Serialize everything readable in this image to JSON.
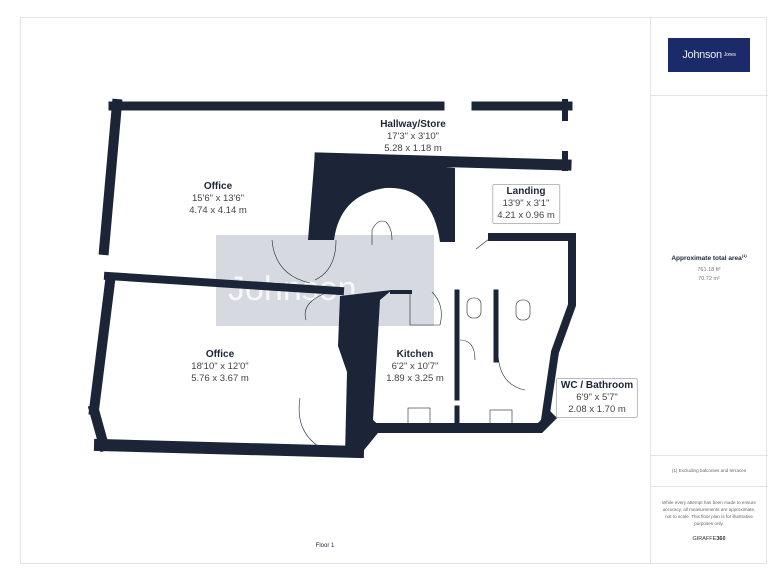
{
  "logo": {
    "text": "Johnson",
    "sub": "Jones"
  },
  "area": {
    "title": "Approximate total area",
    "sup": "(1)",
    "sqft": "761.18 ft²",
    "sqm": "70.72 m²"
  },
  "footnote": "(1) Excluding balconies and terraces",
  "disclaimer": "While every attempt has been made to ensure accuracy, all measurements are approximate, not to scale. This floor plan is for illustrative purposes only.",
  "brand": {
    "a": "GIRAFFE",
    "b": "360"
  },
  "floor_label": "Floor 1",
  "watermark": "Johnson",
  "colors": {
    "wall": "#1c2537",
    "logo_bg": "#1b2a68"
  },
  "rooms": [
    {
      "name": "Hallway/Store",
      "imperial": "17'3\" x 3'10\"",
      "metric": "5.28 x 1.18 m"
    },
    {
      "name": "Office",
      "imperial": "15'6\" x 13'6\"",
      "metric": "4.74 x 4.14 m"
    },
    {
      "name": "Landing",
      "imperial": "13'9\" x 3'1\"",
      "metric": "4.21 x 0.96 m"
    },
    {
      "name": "Office",
      "imperial": "18'10\" x 12'0\"",
      "metric": "5.76 x 3.67 m"
    },
    {
      "name": "Kitchen",
      "imperial": "6'2\" x 10'7\"",
      "metric": "1.89 x 3.25 m"
    },
    {
      "name": "WC / Bathroom",
      "imperial": "6'9\" x 5'7\"",
      "metric": "2.08 x 1.70 m"
    }
  ]
}
